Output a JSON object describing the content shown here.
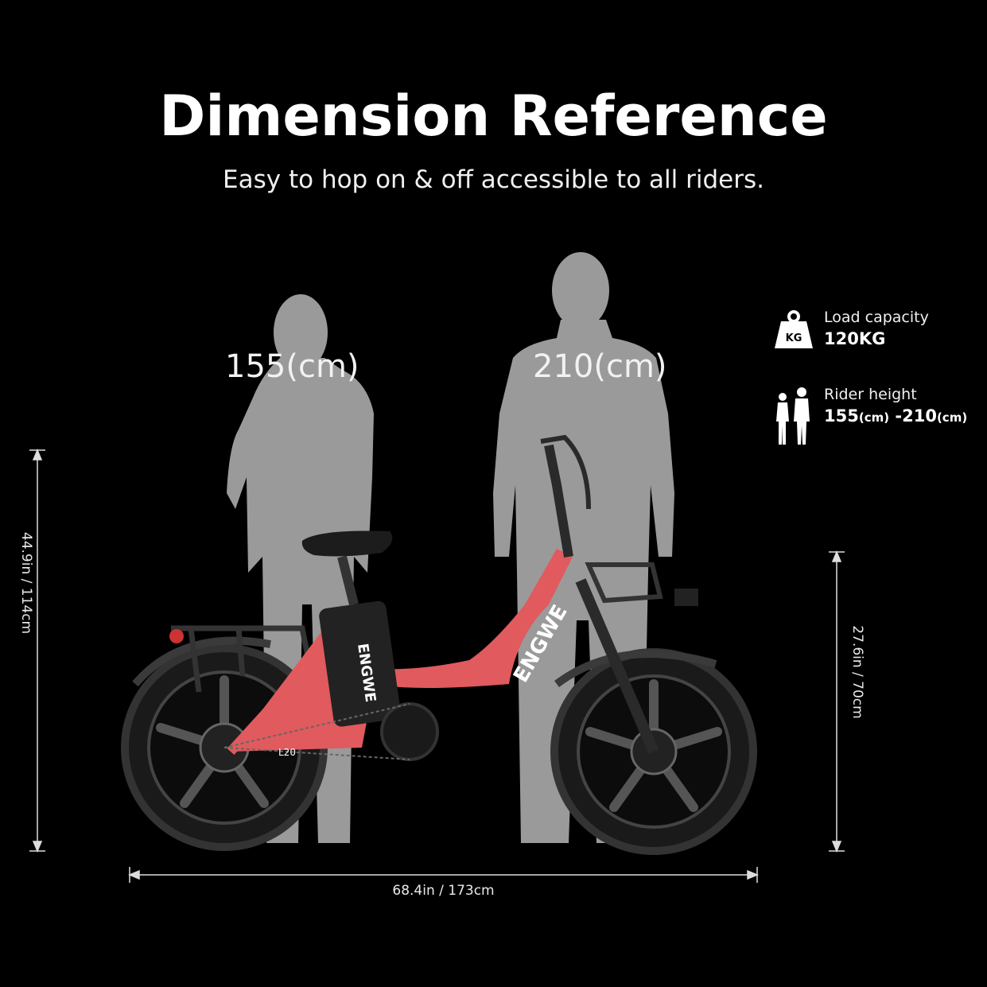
{
  "header": {
    "title": "Dimension Reference",
    "subtitle": "Easy to hop on & off accessible to all riders."
  },
  "figures": {
    "woman_height": "155(cm)",
    "man_height": "210(cm)"
  },
  "dimensions": {
    "total_height": "44.9in / 114cm",
    "seat_height": "27.6in / 70cm",
    "length": "68.4in / 173cm"
  },
  "bike": {
    "brand": "ENGWE",
    "model": "L20",
    "frame_color": "#e05a5e"
  },
  "specs": {
    "load": {
      "label": "Load capacity",
      "value": "120KG",
      "icon": "weight-kg-icon",
      "icon_text": "KG"
    },
    "rider": {
      "label": "Rider height",
      "value_a": "155",
      "unit_a": "(cm)",
      "value_b": "-210",
      "unit_b": "(cm)",
      "icon": "rider-silhouettes-icon"
    }
  },
  "colors": {
    "background": "#000000",
    "silhouette": "#9a9a9a",
    "text": "#ffffff"
  }
}
